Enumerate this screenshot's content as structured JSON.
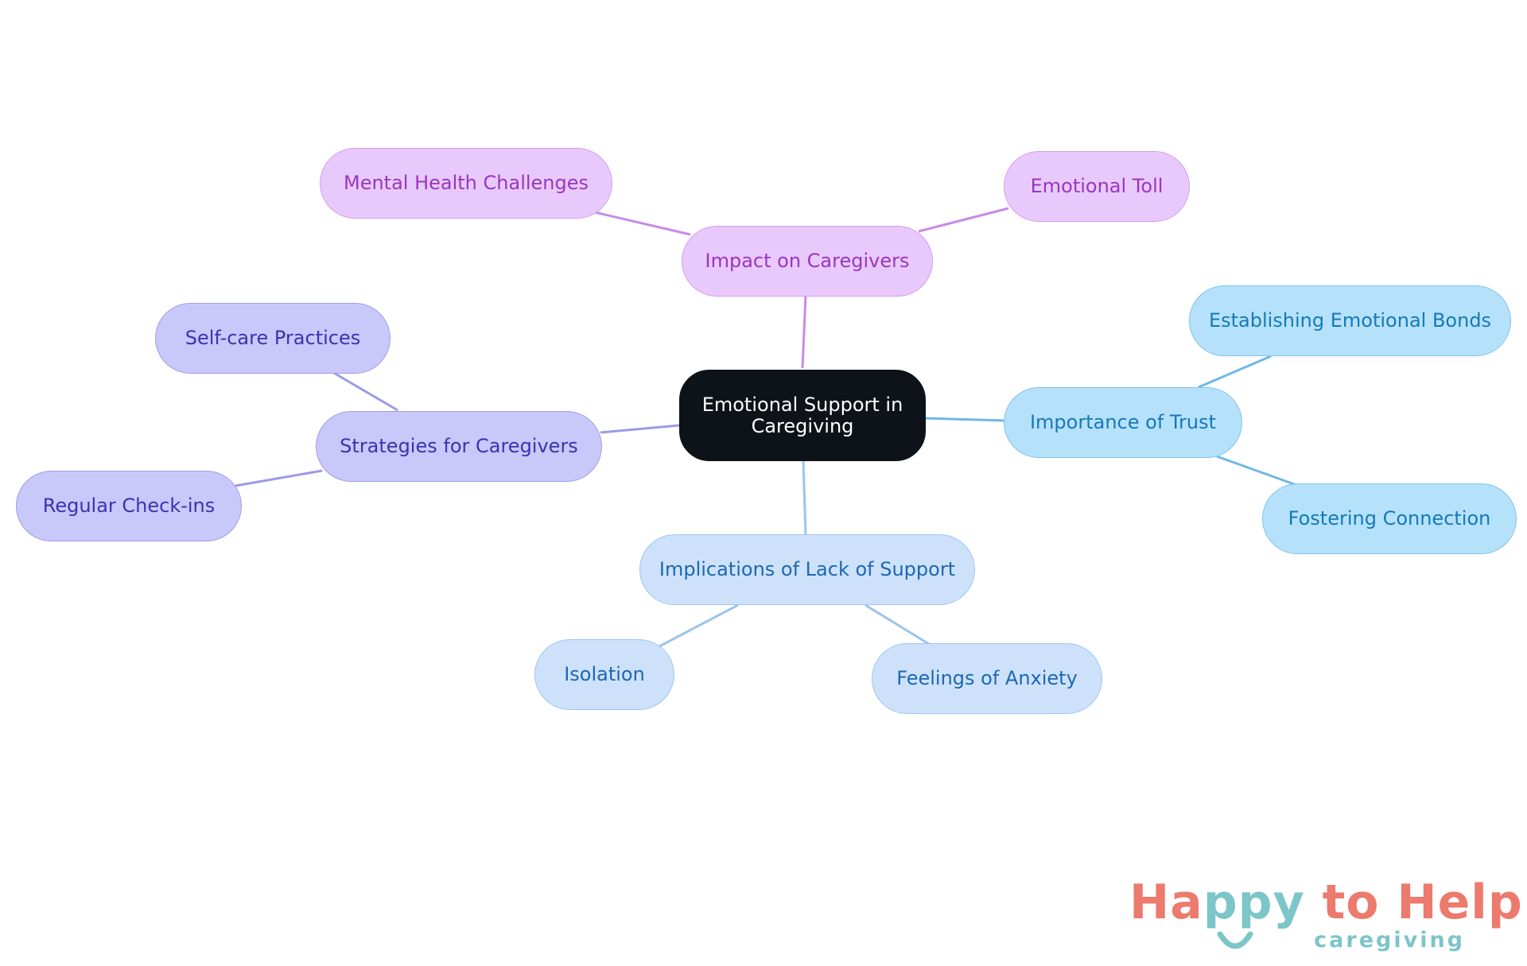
{
  "diagram": {
    "root": {
      "label": "Emotional Support in Caregiving"
    },
    "branches": [
      {
        "label": "Impact on Caregivers",
        "color": "#c78be8",
        "children": [
          {
            "label": "Mental Health Challenges"
          },
          {
            "label": "Emotional Toll"
          }
        ]
      },
      {
        "label": "Strategies for Caregivers",
        "color": "#9d9ae6",
        "children": [
          {
            "label": "Self-care Practices"
          },
          {
            "label": "Regular Check-ins"
          }
        ]
      },
      {
        "label": "Importance of Trust",
        "color": "#6fb8e6",
        "children": [
          {
            "label": "Establishing Emotional Bonds"
          },
          {
            "label": "Fostering Connection"
          }
        ]
      },
      {
        "label": "Implications of Lack of Support",
        "color": "#9dc4e9",
        "children": [
          {
            "label": "Isolation"
          },
          {
            "label": "Feelings of Anxiety"
          }
        ]
      }
    ]
  },
  "logo": {
    "part_1": "Ha",
    "part_2": "ppy",
    "part_3": " to Help",
    "tagline": "caregiving",
    "primary_color": "#ec7a6d",
    "secondary_color": "#7cc5c8"
  }
}
